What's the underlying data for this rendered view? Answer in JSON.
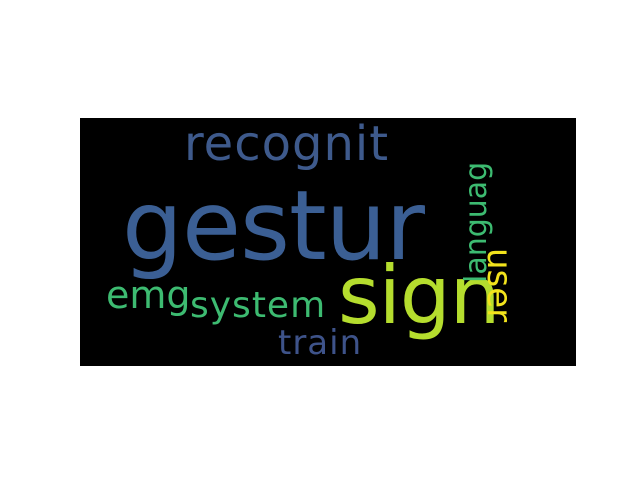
{
  "wordcloud": {
    "background": "#000000",
    "words": [
      {
        "text": "gestur",
        "color": "#3b5f94"
      },
      {
        "text": "sign",
        "color": "#b5dd2e"
      },
      {
        "text": "recognit",
        "color": "#3e5a8c"
      },
      {
        "text": "emg",
        "color": "#3dbb71"
      },
      {
        "text": "system",
        "color": "#3dbb71"
      },
      {
        "text": "train",
        "color": "#3e538a"
      },
      {
        "text": "languag",
        "color": "#3dbb71"
      },
      {
        "text": "user",
        "color": "#f2e31c"
      }
    ]
  }
}
